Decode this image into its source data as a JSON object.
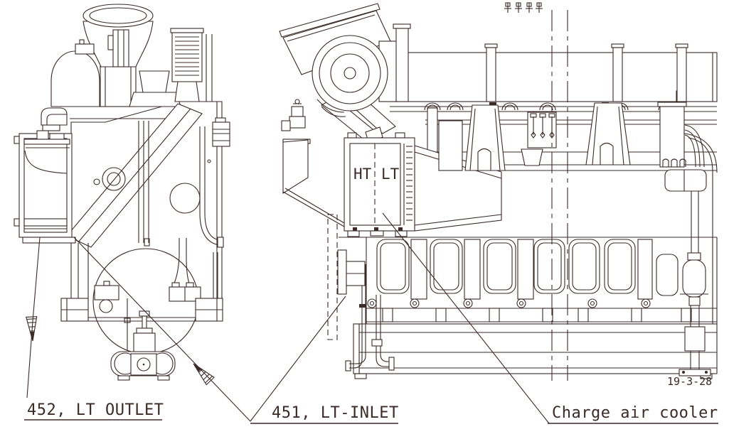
{
  "drawing": {
    "labels": {
      "lt_outlet": "452, LT OUTLET",
      "lt_inlet": "451, LT-INLET",
      "charge_air_cooler": "Charge air cooler",
      "date_code": "19-3-28"
    },
    "cooler": {
      "ht": "HT",
      "lt": "LT"
    },
    "colors": {
      "line": "#3a2b27",
      "background": "#ffffff"
    }
  }
}
